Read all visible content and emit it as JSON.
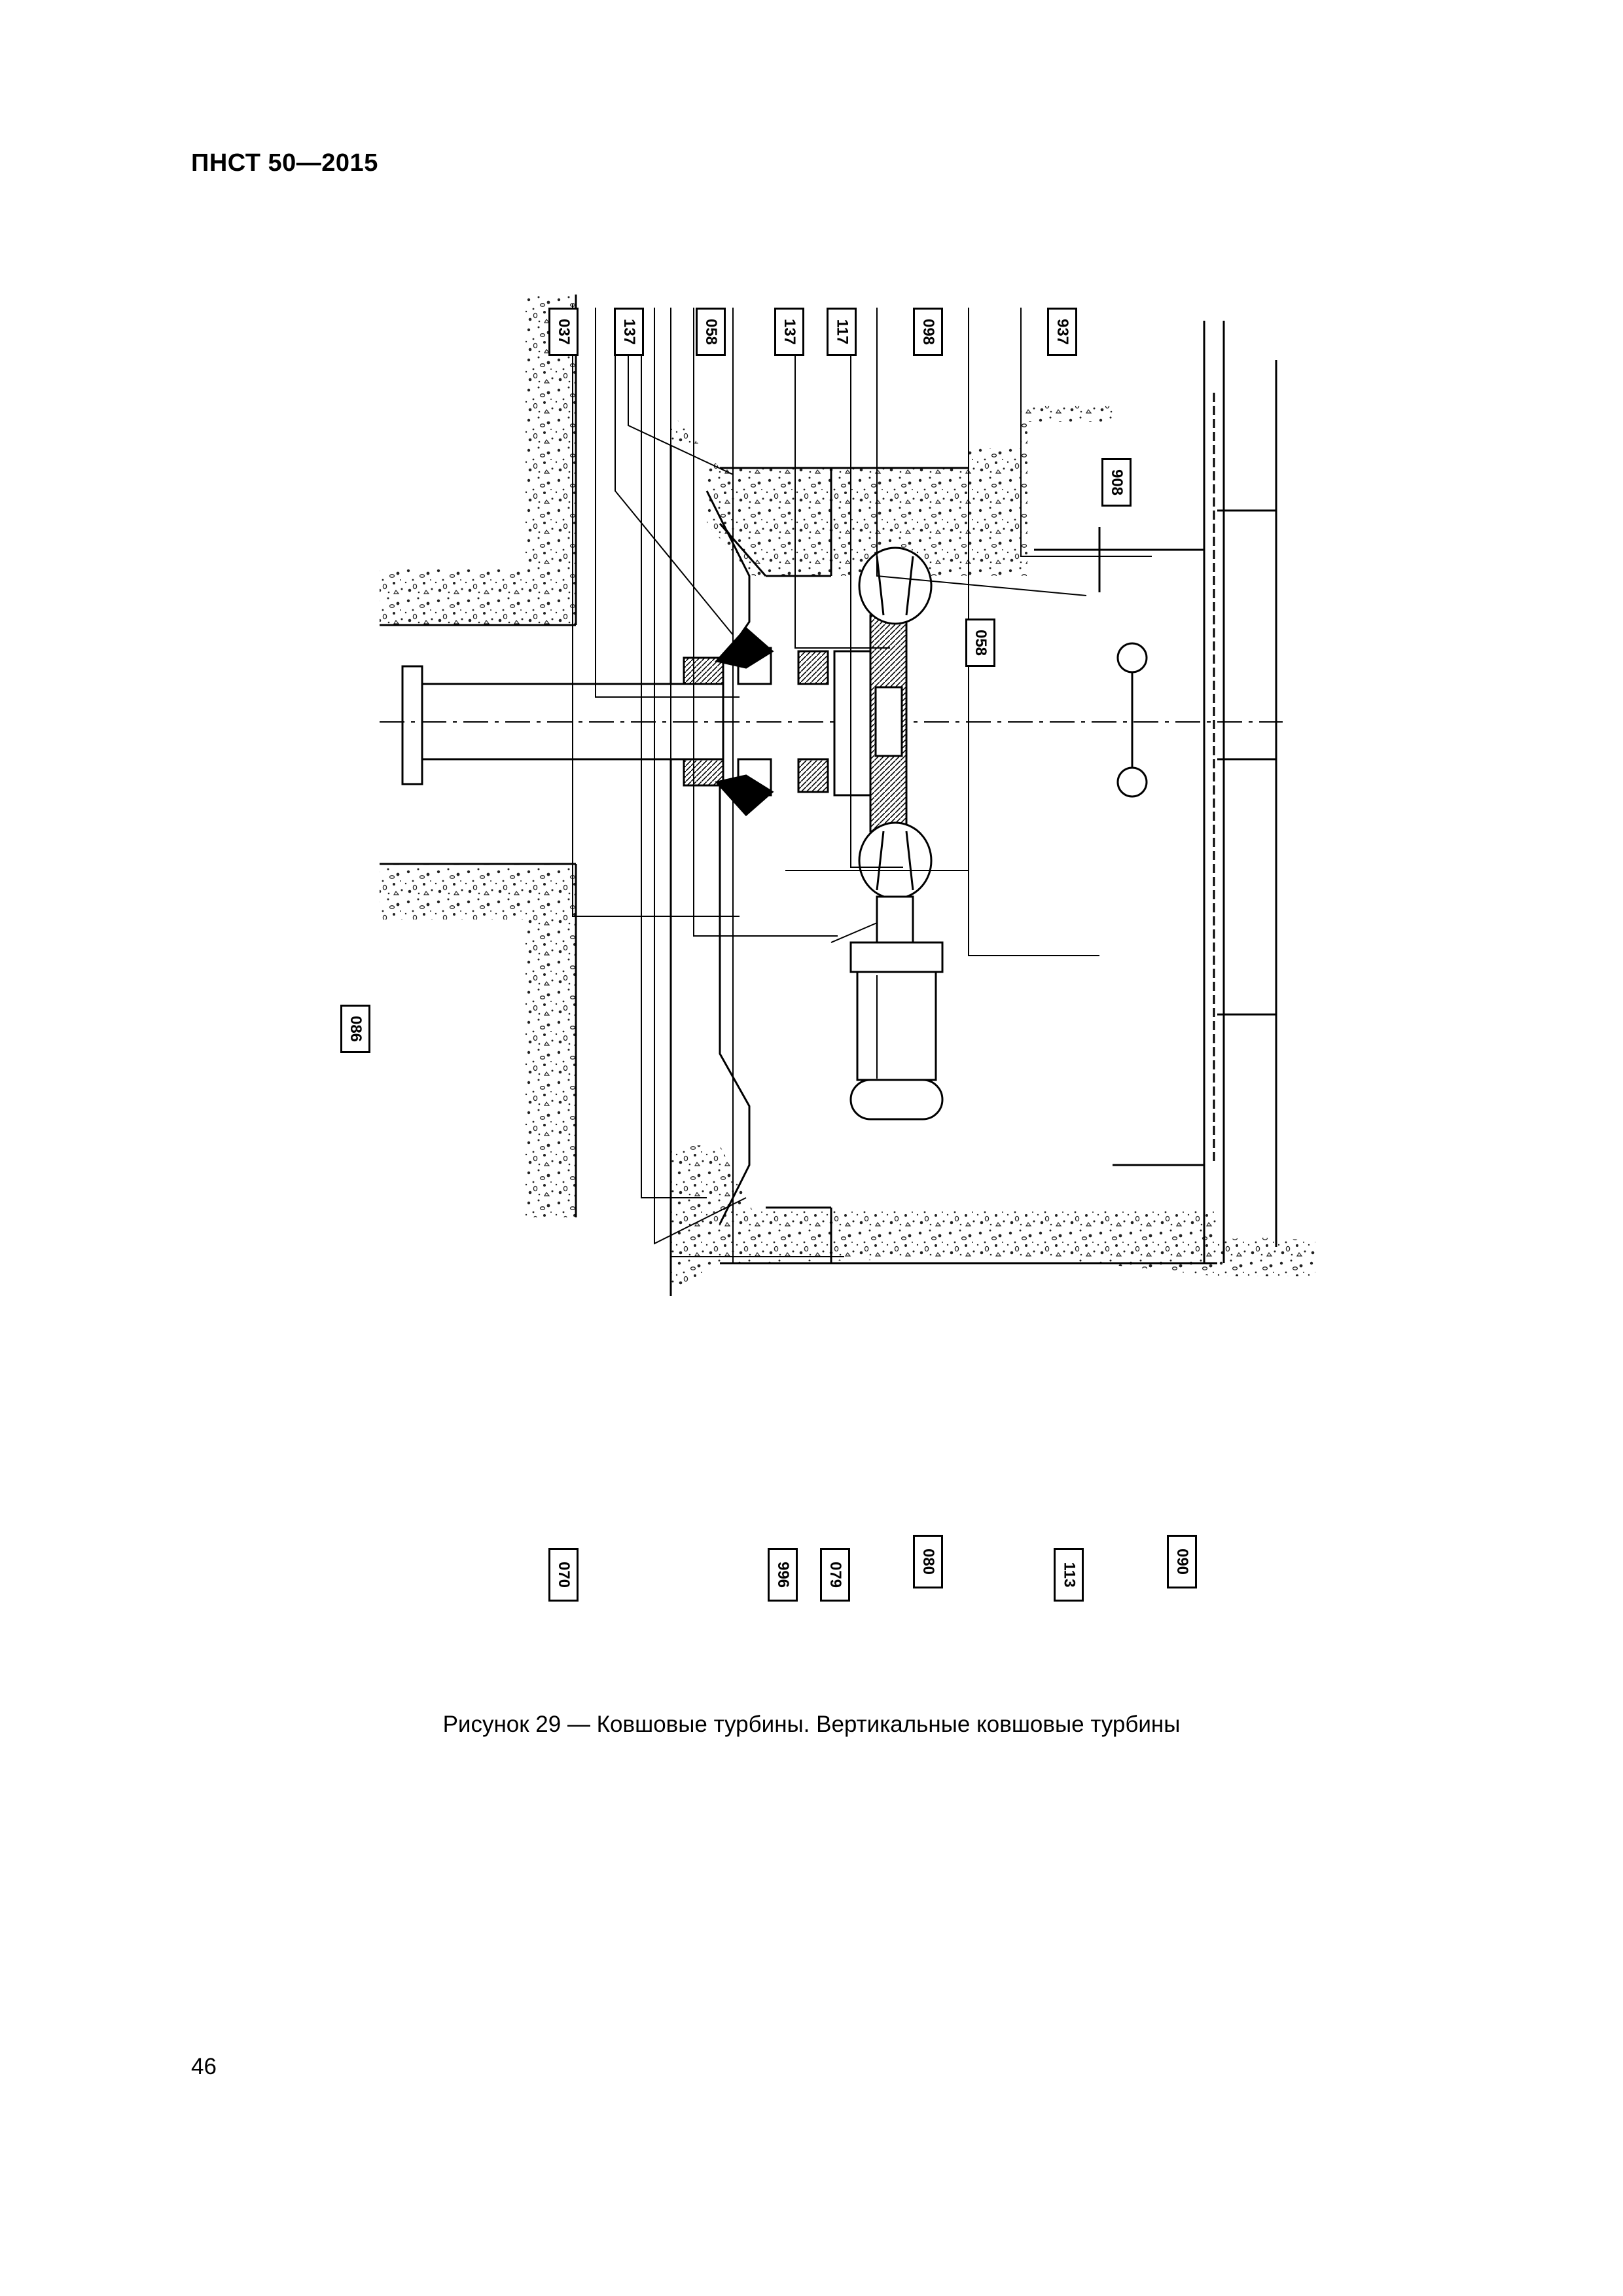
{
  "header": {
    "doc_id": "ПНСТ 50—2015"
  },
  "figure": {
    "labels_top": [
      "037",
      "137",
      "058",
      "137",
      "117",
      "098",
      "937"
    ],
    "labels_bottom": [
      "070",
      "996",
      "079",
      "080",
      "113",
      "090"
    ],
    "labels_other": [
      "086",
      "908",
      "058"
    ],
    "caption": "Рисунок 29 — Ковшовые турбины. Вертикальные ковшовые турбины"
  },
  "footer": {
    "page_number": "46"
  }
}
